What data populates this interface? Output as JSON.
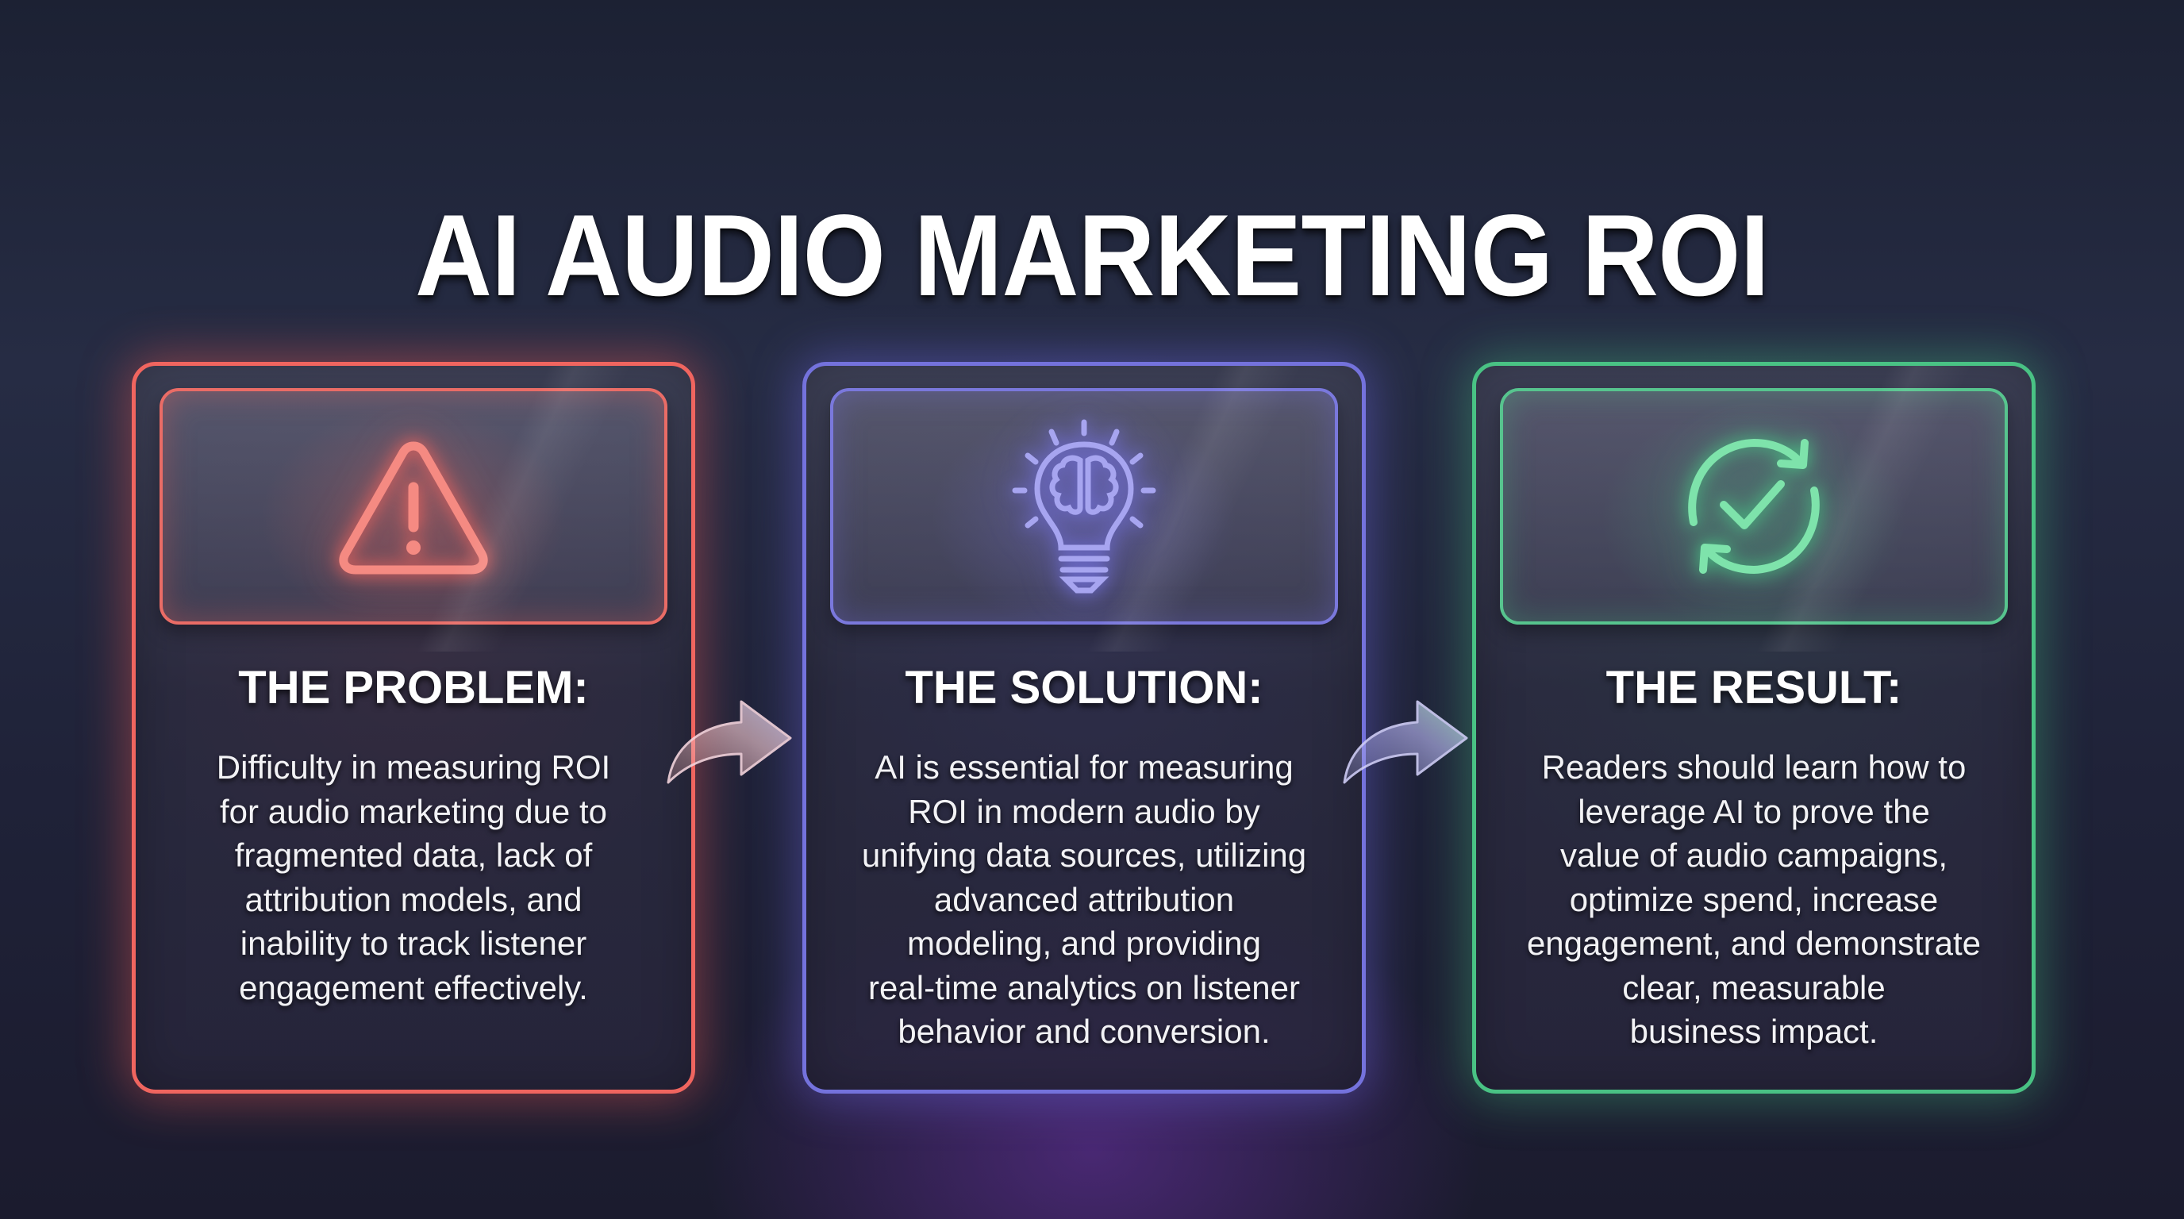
{
  "title": "AI AUDIO MARKETING ROI",
  "colors": {
    "background": "#1f2438",
    "problem_accent": "#f0655f",
    "solution_accent": "#7472dc",
    "result_accent": "#49c284",
    "text": "#ffffff"
  },
  "cards": [
    {
      "id": "problem",
      "icon": "warning-triangle-icon",
      "heading": "THE PROBLEM:",
      "body": "Difficulty in measuring ROI\nfor audio marketing due to\nfragmented data, lack of\nattribution models, and\ninability to track listener\nengagement effectively."
    },
    {
      "id": "solution",
      "icon": "lightbulb-brain-icon",
      "heading": "THE SOLUTION:",
      "body": "AI is essential for measuring\nROI in modern audio by\nunifying data sources, utilizing\nadvanced attribution\nmodeling, and providing\nreal-time analytics on listener\nbehavior and conversion."
    },
    {
      "id": "result",
      "icon": "refresh-check-icon",
      "heading": "THE RESULT:",
      "body": "Readers should learn how to\nleverage AI to prove the\nvalue of audio campaigns,\noptimize spend, increase\nengagement, and demonstrate\nclear, measurable\nbusiness impact."
    }
  ],
  "connectors": [
    {
      "from": "problem",
      "to": "solution",
      "icon": "curved-arrow-right-icon"
    },
    {
      "from": "solution",
      "to": "result",
      "icon": "curved-arrow-right-icon"
    }
  ]
}
